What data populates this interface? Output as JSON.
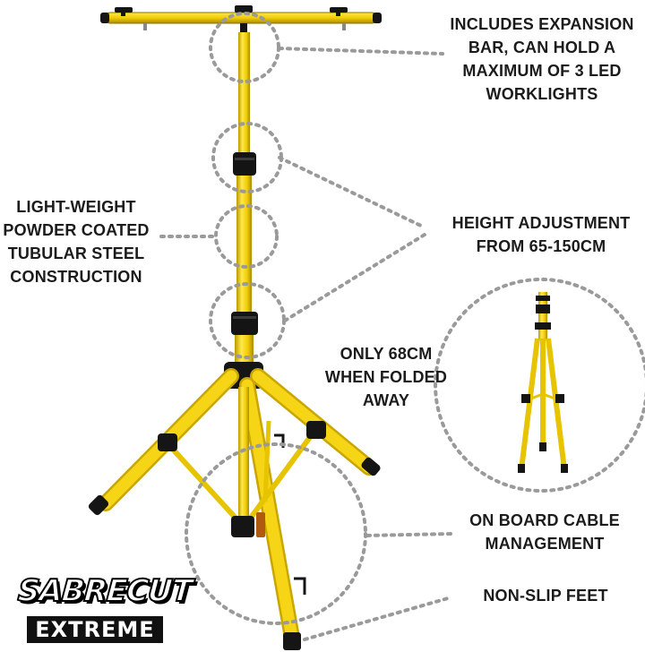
{
  "callouts": {
    "expansion_bar": [
      "INCLUDES EXPANSION",
      "BAR, CAN HOLD A",
      "MAXIMUM OF 3 LED",
      "WORKLIGHTS"
    ],
    "construction": [
      "LIGHT-WEIGHT",
      "POWDER COATED",
      "TUBULAR STEEL",
      "CONSTRUCTION"
    ],
    "height": [
      "HEIGHT ADJUSTMENT",
      "FROM 65-150CM"
    ],
    "folded": [
      "ONLY 68CM",
      "WHEN FOLDED",
      "AWAY"
    ],
    "cable": [
      "ON BOARD CABLE",
      "MANAGEMENT"
    ],
    "feet": [
      "NON-SLIP FEET"
    ]
  },
  "logo": {
    "line1": "SABRECUT",
    "line2": "EXTREME"
  },
  "colors": {
    "tube": "#f5d20a",
    "tube_dark": "#b99b00",
    "clamp": "#141414",
    "callout": "#9a9a9a"
  },
  "icons": [
    "tripod-stand-image",
    "folded-tripod-image",
    "callout-circle",
    "sabrecut-logo"
  ]
}
